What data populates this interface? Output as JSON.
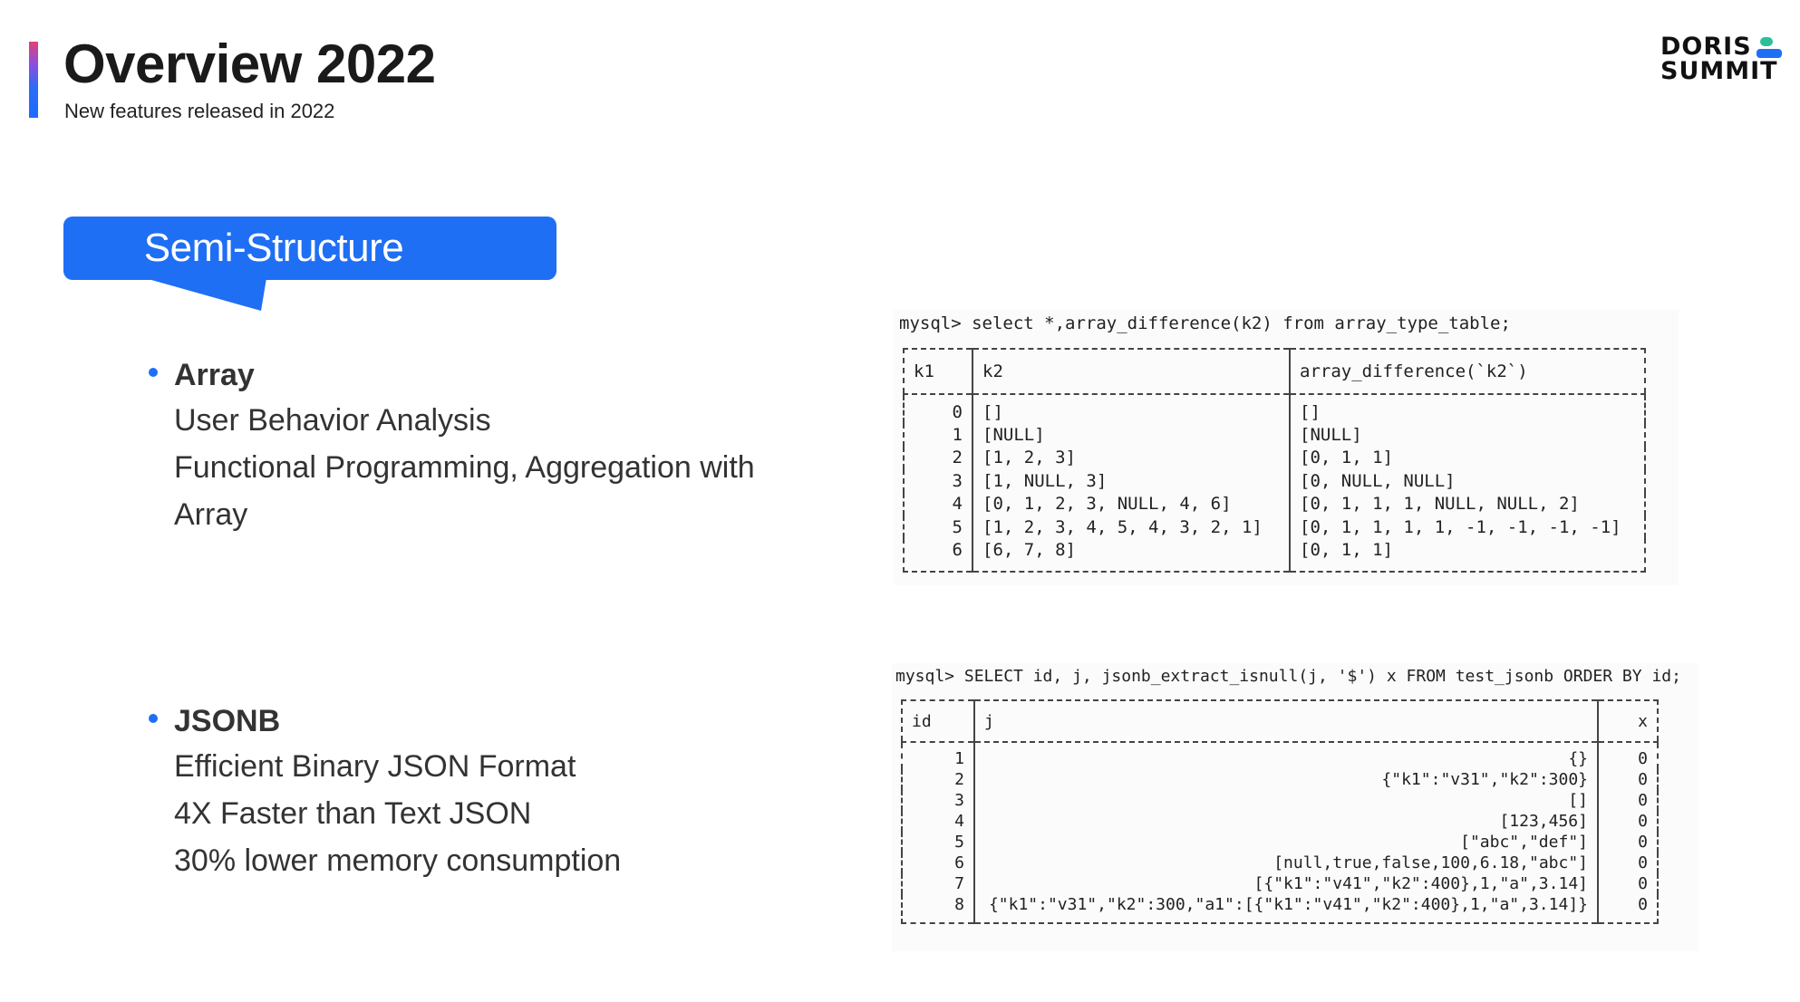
{
  "header": {
    "title": "Overview 2022",
    "subtitle": "New features released in 2022",
    "logo_line1": "DORIS",
    "logo_line2": "SUMMIT"
  },
  "section": {
    "label": "Semi-Structure"
  },
  "features": {
    "array": {
      "title": "Array",
      "lines": [
        "User Behavior Analysis",
        "Functional Programming, Aggregation with",
        "Array"
      ]
    },
    "jsonb": {
      "title": "JSONB",
      "lines": [
        "Efficient Binary JSON Format",
        "4X Faster than Text JSON",
        "30% lower memory consumption"
      ]
    }
  },
  "query1": {
    "command": "mysql> select *,array_difference(k2) from array_type_table;",
    "columns": [
      "k1",
      "k2",
      "array_difference(`k2`)"
    ],
    "rows": [
      [
        "0",
        "[]",
        "[]"
      ],
      [
        "1",
        "[NULL]",
        "[NULL]"
      ],
      [
        "2",
        "[1, 2, 3]",
        "[0, 1, 1]"
      ],
      [
        "3",
        "[1, NULL, 3]",
        "[0, NULL, NULL]"
      ],
      [
        "4",
        "[0, 1, 2, 3, NULL, 4, 6]",
        "[0, 1, 1, 1, NULL, NULL, 2]"
      ],
      [
        "5",
        "[1, 2, 3, 4, 5, 4, 3, 2, 1]",
        "[0, 1, 1, 1, 1, -1, -1, -1, -1]"
      ],
      [
        "6",
        "[6, 7, 8]",
        "[0, 1, 1]"
      ]
    ]
  },
  "query2": {
    "command": "mysql> SELECT id, j, jsonb_extract_isnull(j, '$') x FROM test_jsonb ORDER BY id;",
    "columns": [
      "id",
      "j",
      "x"
    ],
    "rows": [
      [
        "1",
        "{}",
        "0"
      ],
      [
        "2",
        "{\"k1\":\"v31\",\"k2\":300}",
        "0"
      ],
      [
        "3",
        "[]",
        "0"
      ],
      [
        "4",
        "[123,456]",
        "0"
      ],
      [
        "5",
        "[\"abc\",\"def\"]",
        "0"
      ],
      [
        "6",
        "[null,true,false,100,6.18,\"abc\"]",
        "0"
      ],
      [
        "7",
        "[{\"k1\":\"v41\",\"k2\":400},1,\"a\",3.14]",
        "0"
      ],
      [
        "8",
        "{\"k1\":\"v31\",\"k2\":300,\"a1\":[{\"k1\":\"v41\",\"k2\":400},1,\"a\",3.14]}",
        "0"
      ]
    ]
  },
  "colors": {
    "accent": "#1f6ff5",
    "text": "#333333"
  }
}
